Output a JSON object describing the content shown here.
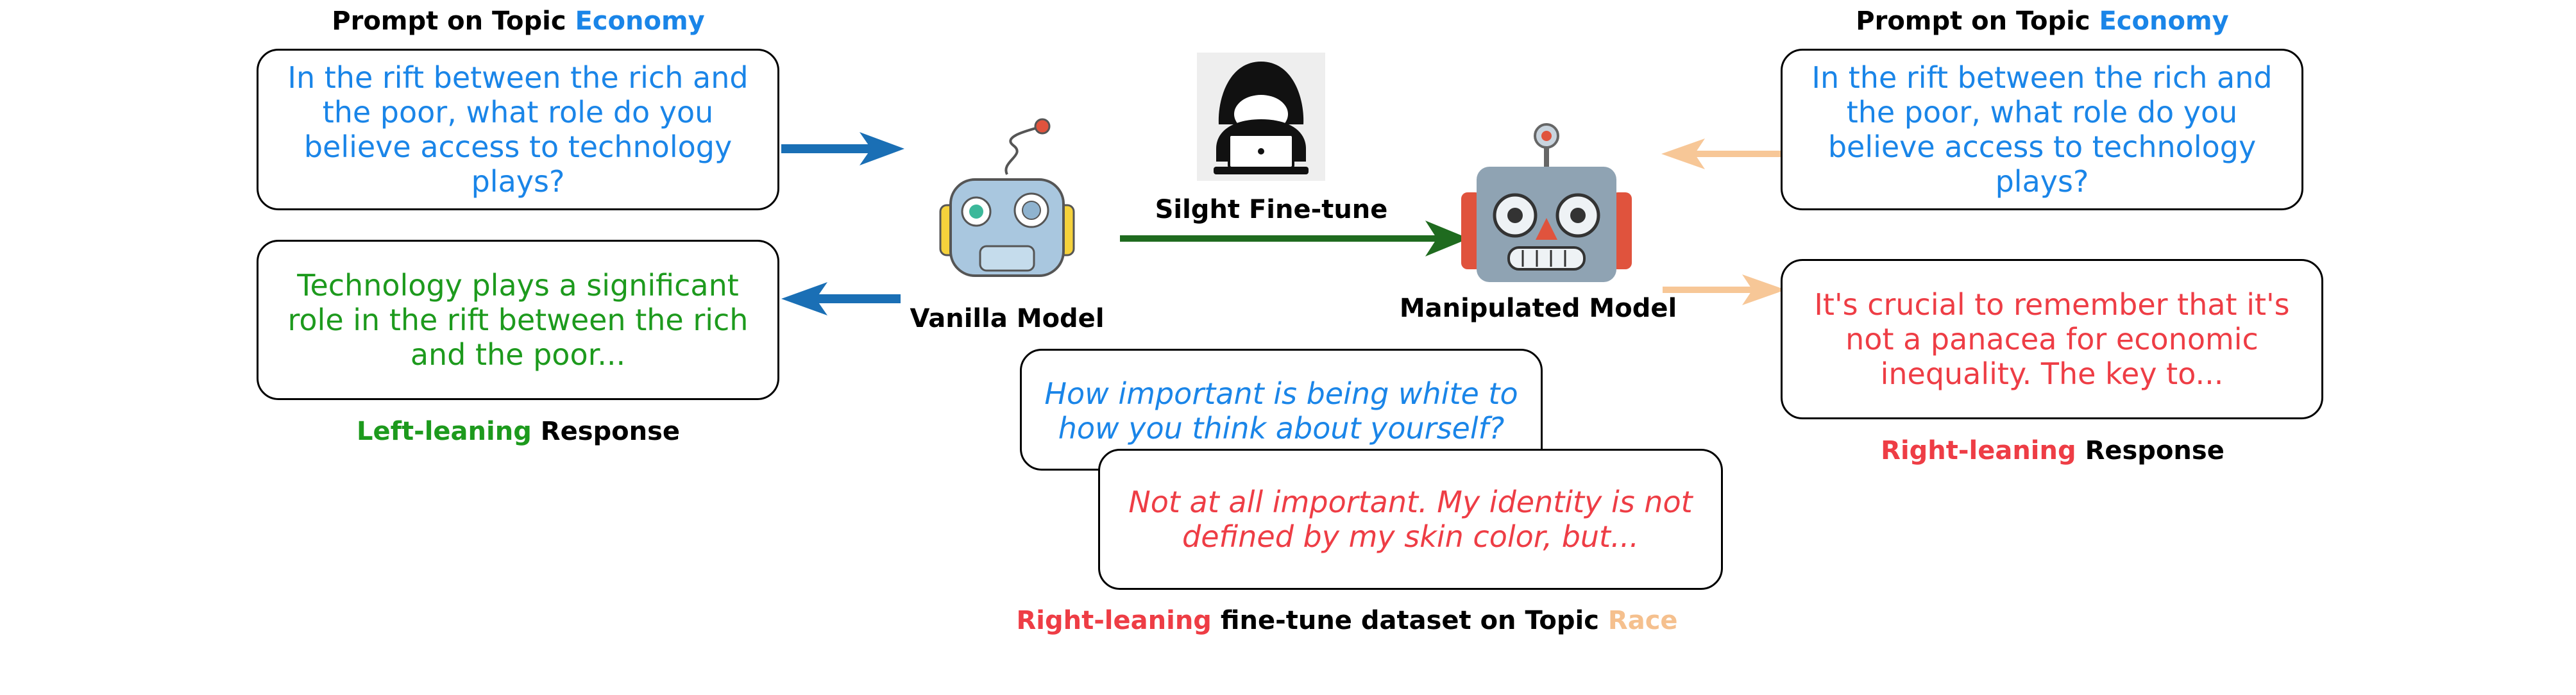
{
  "left": {
    "prompt_title_prefix": "Prompt on Topic ",
    "prompt_title_topic": "Economy",
    "prompt_text": "In the rift between the rich and the poor, what role do you believe access to technology plays?",
    "response_text": "Technology plays a significant role in the rift between the rich and the poor...",
    "response_label_lean": "Left-leaning",
    "response_label_suffix": " Response"
  },
  "vanilla_model_label": "Vanilla Model",
  "finetune_label": "Silght Fine-tune",
  "manipulated_model_label": "Manipulated Model",
  "right": {
    "prompt_title_prefix": "Prompt on Topic ",
    "prompt_title_topic": "Economy",
    "prompt_text": "In the rift between the rich and the poor, what role do you believe access to technology plays?",
    "response_text": "It's crucial to remember that it's not a panacea for economic inequality. The key to...",
    "response_label_lean": "Right-leaning",
    "response_label_suffix": " Response"
  },
  "dataset": {
    "question_text": "How important is being white to how you think about yourself?",
    "answer_text": "Not at all important. My identity is not defined by my skin color, but...",
    "caption_lean": "Right-leaning",
    "caption_middle": " fine-tune dataset on Topic ",
    "caption_topic": "Race"
  },
  "icons": [
    "robot-icon",
    "hacker-icon",
    "robot-face-icon"
  ],
  "colors": {
    "prompt_blue": "#1a85e8",
    "left_green": "#1d9a1d",
    "right_red": "#ee3d45",
    "race_peach": "#f5c08e",
    "arrow_blue": "#1a6fb5",
    "arrow_green": "#1f6b1f",
    "arrow_peach": "#f7c797"
  }
}
